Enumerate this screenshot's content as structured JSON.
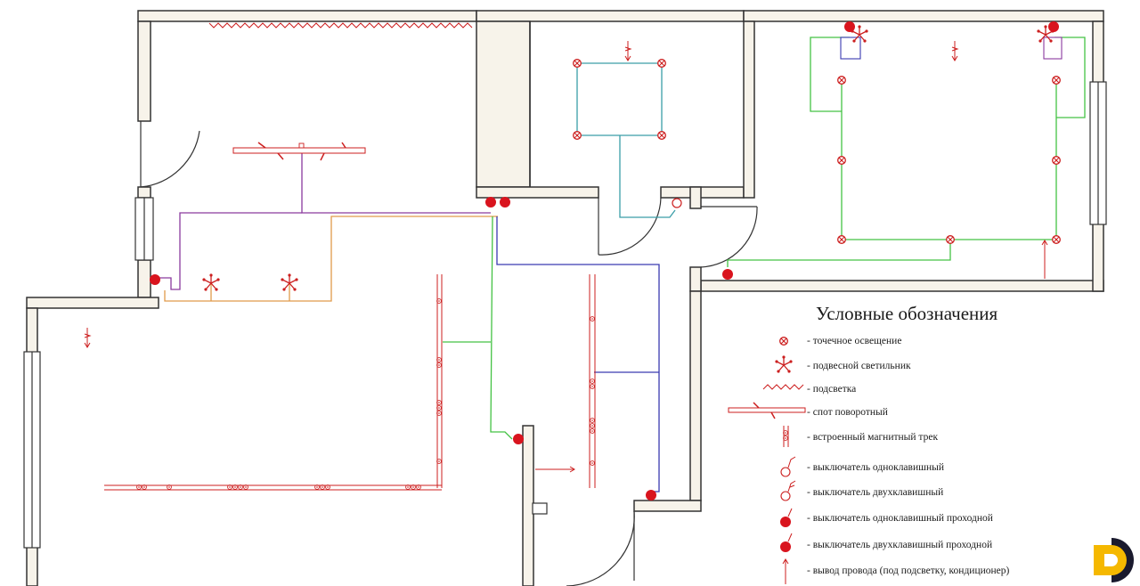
{
  "legend": {
    "title": "Условные обозначения",
    "items": [
      {
        "symbol": "spot-light-icon",
        "label": "точечное освещение"
      },
      {
        "symbol": "pendant-lamp-icon",
        "label": "подвесной светильник"
      },
      {
        "symbol": "backlight-icon",
        "label": "подсветка"
      },
      {
        "symbol": "swivel-spot-icon",
        "label": "спот поворотный"
      },
      {
        "symbol": "magnetic-track-icon",
        "label": "встроенный магнитный трек"
      },
      {
        "symbol": "single-switch-icon",
        "label": "выключатель одноклавишный"
      },
      {
        "symbol": "double-switch-icon",
        "label": "выключатель двухклавишный"
      },
      {
        "symbol": "single-pass-switch-icon",
        "label": "выключатель одноклавишный проходной"
      },
      {
        "symbol": "double-pass-switch-icon",
        "label": "выключатель двухклавишный проходной"
      },
      {
        "symbol": "wire-outlet-icon",
        "label": "вывод провода (под подсветку, кондиционер)"
      }
    ]
  },
  "colors": {
    "wall_fill": "#f7f3ea",
    "wall_stroke": "#333333",
    "fixture_red": "#cc1f1f",
    "wire_purple": "#8a3a9e",
    "wire_orange": "#e09a4a",
    "wire_green": "#44c244",
    "wire_blue": "#3a3ab0",
    "wire_teal": "#3a9ea8",
    "logo_yellow": "#f5b800",
    "logo_dark": "#1a1a2e"
  }
}
